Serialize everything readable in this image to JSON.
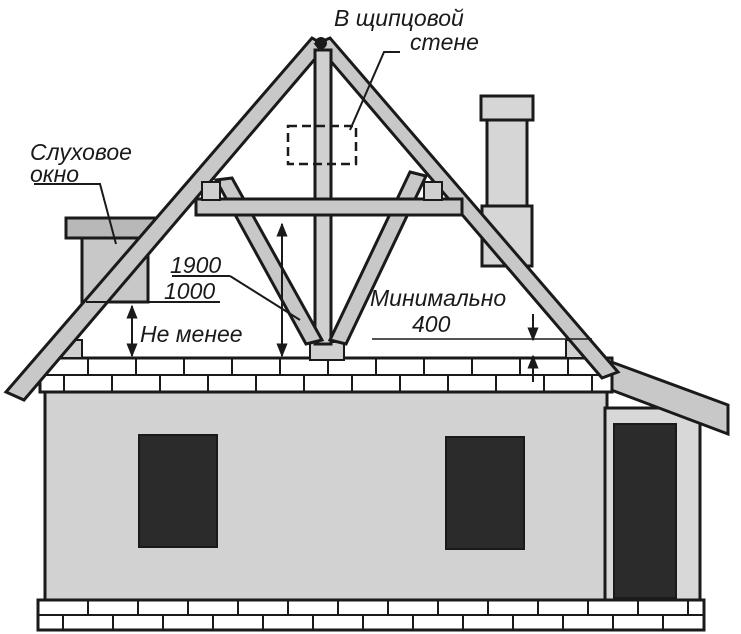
{
  "labels": {
    "gable_wall_line1": "В щипцовой",
    "gable_wall_line2": "стене",
    "dormer_line1": "Слуховое",
    "dormer_line2": "окно",
    "height_main": "1900",
    "height_min_clear": "1000",
    "not_less": "Не менее",
    "minimum": "Минимально",
    "min_value": "400"
  },
  "colors": {
    "ink": "#1a1a1a",
    "wall_fill": "#d2d2d2",
    "window_fill": "#2b2b2b",
    "roof_fill": "#c8c8c8",
    "chimney_fill": "#d6d6d6",
    "brick_fill": "#ffffff"
  }
}
